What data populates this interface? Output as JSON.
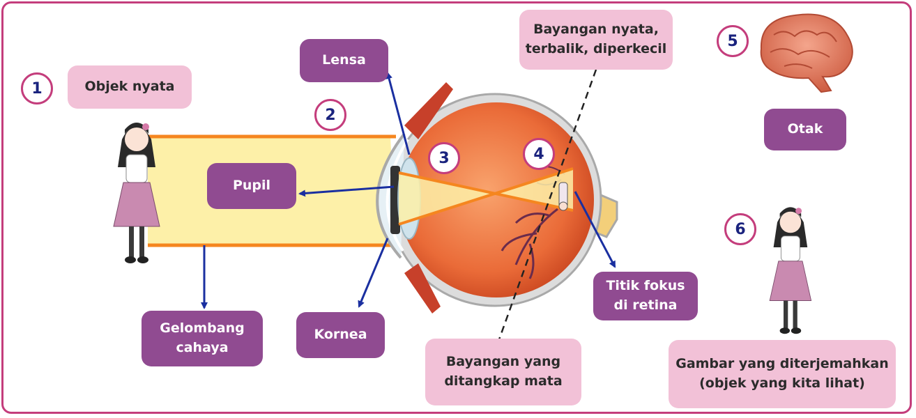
{
  "labels": {
    "objek_nyata": "Objek nyata",
    "lensa": "Lensa",
    "pupil": "Pupil",
    "gelombang_cahaya": "Gelombang\ncahaya",
    "kornea": "Kornea",
    "bayangan_nyata": "Bayangan nyata,\nterbalik, diperkecil",
    "otak": "Otak",
    "titik_fokus": "Titik fokus\ndi retina",
    "bayangan_ditangkap": "Bayangan yang\nditangkap mata",
    "gambar_diterjemahkan": "Gambar yang diterjemahkan\n(objek yang kita lihat)"
  },
  "steps": [
    "1",
    "2",
    "3",
    "4",
    "5",
    "6"
  ],
  "colors": {
    "frame": "#c43d7c",
    "dark_box": "#904b91",
    "light_box": "#f2c1d7",
    "arrow": "#1a2fa0",
    "light_beam": "#fdf0a8",
    "beam_edge": "#f5861f",
    "eyeball": "#e8572e",
    "brain": "#e07a62"
  },
  "icons": [
    "girl-figure-icon",
    "eyeball-icon",
    "brain-icon",
    "arrow-icon"
  ]
}
